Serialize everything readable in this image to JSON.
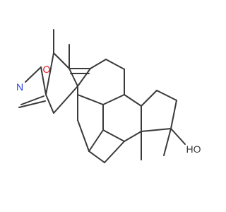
{
  "molecule": {
    "atoms": {
      "oxygen_ring": "O",
      "nitrogen_ring": "N",
      "hydroxyl": "HO"
    },
    "colors": {
      "bond": "#3a3a3a",
      "oxygen": "#e8121a",
      "nitrogen": "#2b40e0"
    }
  }
}
